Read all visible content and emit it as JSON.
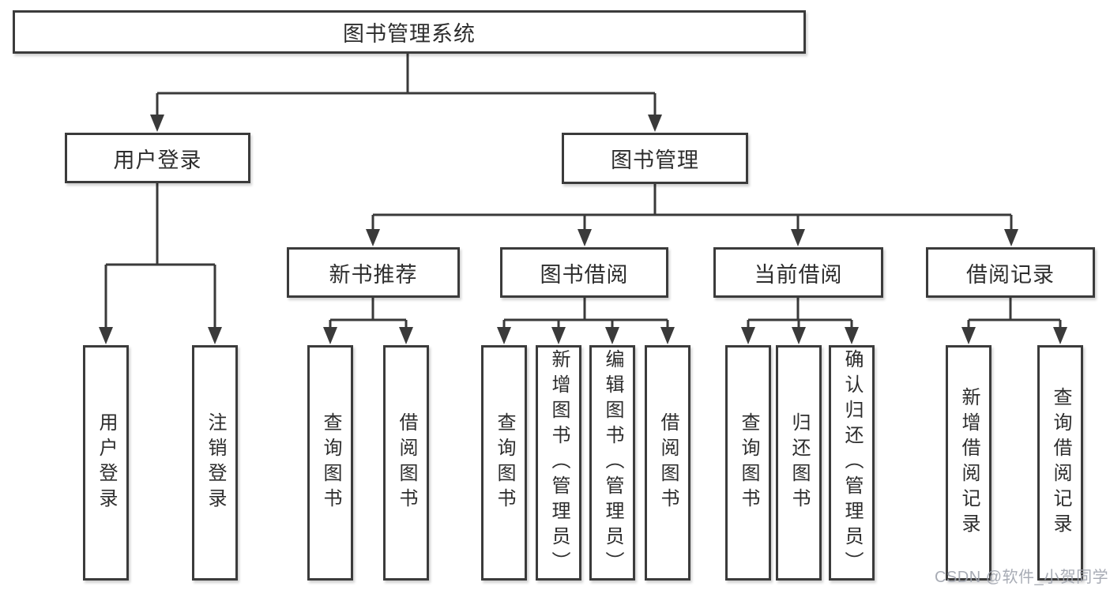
{
  "diagram_type": "hierarchy-tree",
  "colors": {
    "background": "#ffffff",
    "line": "#3a3a3a",
    "box_border": "#3b3b3b",
    "box_fill": "#ffffff",
    "text": "#2d2d2d",
    "watermark": "#9ea3ad"
  },
  "watermark": "CSDN @软件_小贺同学",
  "tree": {
    "label": "图书管理系统",
    "children": [
      {
        "label": "用户登录",
        "children": [
          {
            "label": "用户登录"
          },
          {
            "label": "注销登录"
          }
        ]
      },
      {
        "label": "图书管理",
        "children": [
          {
            "label": "新书推荐",
            "children": [
              {
                "label": "查询图书"
              },
              {
                "label": "借阅图书"
              }
            ]
          },
          {
            "label": "图书借阅",
            "children": [
              {
                "label": "查询图书"
              },
              {
                "label": "新增图书（管理员）"
              },
              {
                "label": "编辑图书（管理员）"
              },
              {
                "label": "借阅图书"
              }
            ]
          },
          {
            "label": "当前借阅",
            "children": [
              {
                "label": "查询图书"
              },
              {
                "label": "归还图书"
              },
              {
                "label": "确认归还（管理员）"
              }
            ]
          },
          {
            "label": "借阅记录",
            "children": [
              {
                "label": "新增借阅记录"
              },
              {
                "label": "查询借阅记录"
              }
            ]
          }
        ]
      }
    ]
  }
}
